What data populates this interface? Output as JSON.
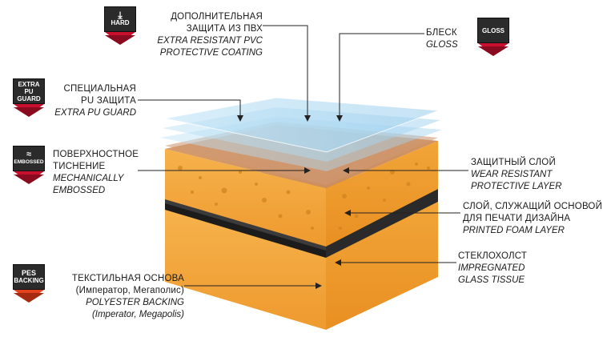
{
  "labels": {
    "pvc": {
      "ru1": "ДОПОЛНИТЕЛЬНАЯ",
      "ru2": "ЗАЩИТА ИЗ ПВХ",
      "en1": "EXTRA RESISTANT PVC",
      "en2": "PROTECTIVE COATING"
    },
    "gloss": {
      "ru": "БЛЕСК",
      "en": "GLOSS"
    },
    "pu": {
      "ru1": "СПЕЦИАЛЬНАЯ",
      "ru2": "PU ЗАЩИТА",
      "en": "EXTRA PU GUARD"
    },
    "embossed": {
      "ru1": "ПОВЕРХНОСТНОЕ",
      "ru2": "ТИСНЕНИЕ",
      "en1": "MECHANICALLY",
      "en2": "EMBOSSED"
    },
    "wear": {
      "ru": "ЗАЩИТНЫЙ СЛОЙ",
      "en1": "WEAR RESISTANT",
      "en2": "PROTECTIVE LAYER"
    },
    "foam": {
      "ru1": "СЛОЙ, СЛУЖАЩИЙ ОСНОВОЙ",
      "ru2": "ДЛЯ ПЕЧАТИ ДИЗАЙНА",
      "en": "PRINTED FOAM LAYER"
    },
    "glass": {
      "ru": "СТЕКЛОХОЛСТ",
      "en1": "IMPREGNATED",
      "en2": "GLASS TISSUE"
    },
    "pes": {
      "ru1": "ТЕКСТИЛЬНАЯ ОСНОВА",
      "ru2": "(Император, Мегаполис)",
      "en1": "POLYESTER BACKING",
      "en2": "(Imperator, Megapolis)"
    }
  },
  "badges": {
    "hard": {
      "text": "HARD",
      "icon": "press-down-icon"
    },
    "gloss": {
      "text": "GLOSS"
    },
    "extra_pu": {
      "line1": "EXTRA",
      "line2": "PU",
      "line3": "GUARD"
    },
    "embossed": {
      "text": "EMBOSSED",
      "icon": "wave-emboss-icon"
    },
    "pes": {
      "line1": "PES",
      "line2": "BACKING"
    }
  },
  "colors": {
    "badge_dark": "#2b2b2b",
    "badge_red": "#c8102e",
    "orange_layer": "#f2a23a",
    "foam_layer": "#f0a94c",
    "glass_layer": "#1e1e1e",
    "clear_layer": "#a8d4ee"
  }
}
